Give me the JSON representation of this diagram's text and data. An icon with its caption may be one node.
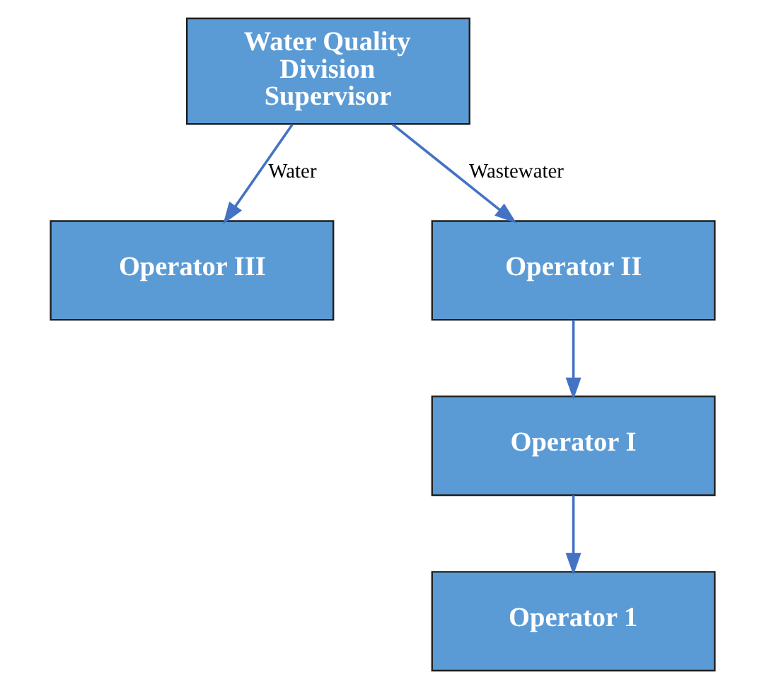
{
  "diagram": {
    "nodes": [
      {
        "text": [
          "Water Quality Division Supervisor"
        ]
      },
      {
        "text": [
          "Operator III"
        ]
      },
      {
        "text": [
          "Operator II"
        ]
      },
      {
        "text": [
          "Operator I"
        ]
      },
      {
        "text": [
          "Operator 1"
        ]
      }
    ],
    "edges": [
      {
        "from": 0,
        "to": 1,
        "arrow": "to",
        "label": "Water"
      },
      {
        "from": 0,
        "to": 2,
        "arrow": "to",
        "label": "Wastewater"
      },
      {
        "from": 2,
        "to": 3,
        "arrow": "to"
      },
      {
        "from": 3,
        "to": 4,
        "arrow": "to"
      }
    ]
  }
}
